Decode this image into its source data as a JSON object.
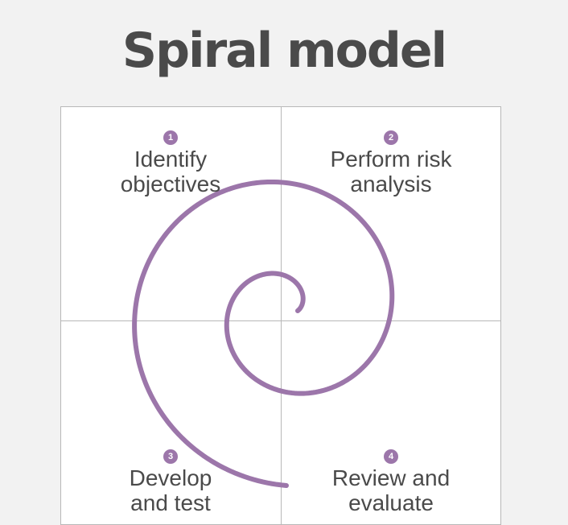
{
  "title": "Spiral model",
  "quadrants": [
    {
      "number": "1",
      "line1": "Identify",
      "line2": "objectives"
    },
    {
      "number": "2",
      "line1": "Perform risk",
      "line2": "analysis"
    },
    {
      "number": "3",
      "line1": "Develop",
      "line2": "and test"
    },
    {
      "number": "4",
      "line1": "Review and",
      "line2": "evaluate"
    }
  ],
  "colors": {
    "spiral": "#9c76aa",
    "badge": "#9c76aa",
    "background": "#f2f2f2",
    "grid_lines": "#b8b8b8",
    "text": "#4a4a4a"
  }
}
